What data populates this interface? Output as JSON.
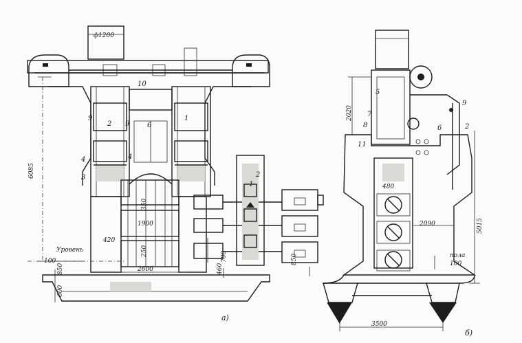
{
  "left_view": {
    "caption": "a)",
    "dimensions": {
      "top_roll_dia": "ф1200",
      "height_total": "6085",
      "barrel_spacing": "350",
      "roll_length": "1900",
      "pass_420": "420",
      "pass_250": "250",
      "width_2600": "2600",
      "level_word": "Уровень",
      "level_100": "100",
      "level_850": "850",
      "base_600": "600",
      "pinion_700": "700",
      "pinion_460": "460",
      "coupling_850": "850"
    },
    "callouts": [
      "1",
      "2",
      "3",
      "4",
      "4",
      "6",
      "9",
      "9",
      "10",
      "1",
      "2"
    ]
  },
  "right_view": {
    "caption": "б)",
    "dimensions": {
      "upper_2020": "2020",
      "height_5015": "5015",
      "width_3500": "3500",
      "depth_2090": "2090",
      "gap_480": "480",
      "floor_word": "пола",
      "floor_100": "100"
    },
    "callouts": [
      "5",
      "7",
      "8",
      "9",
      "6",
      "2",
      "11"
    ]
  }
}
